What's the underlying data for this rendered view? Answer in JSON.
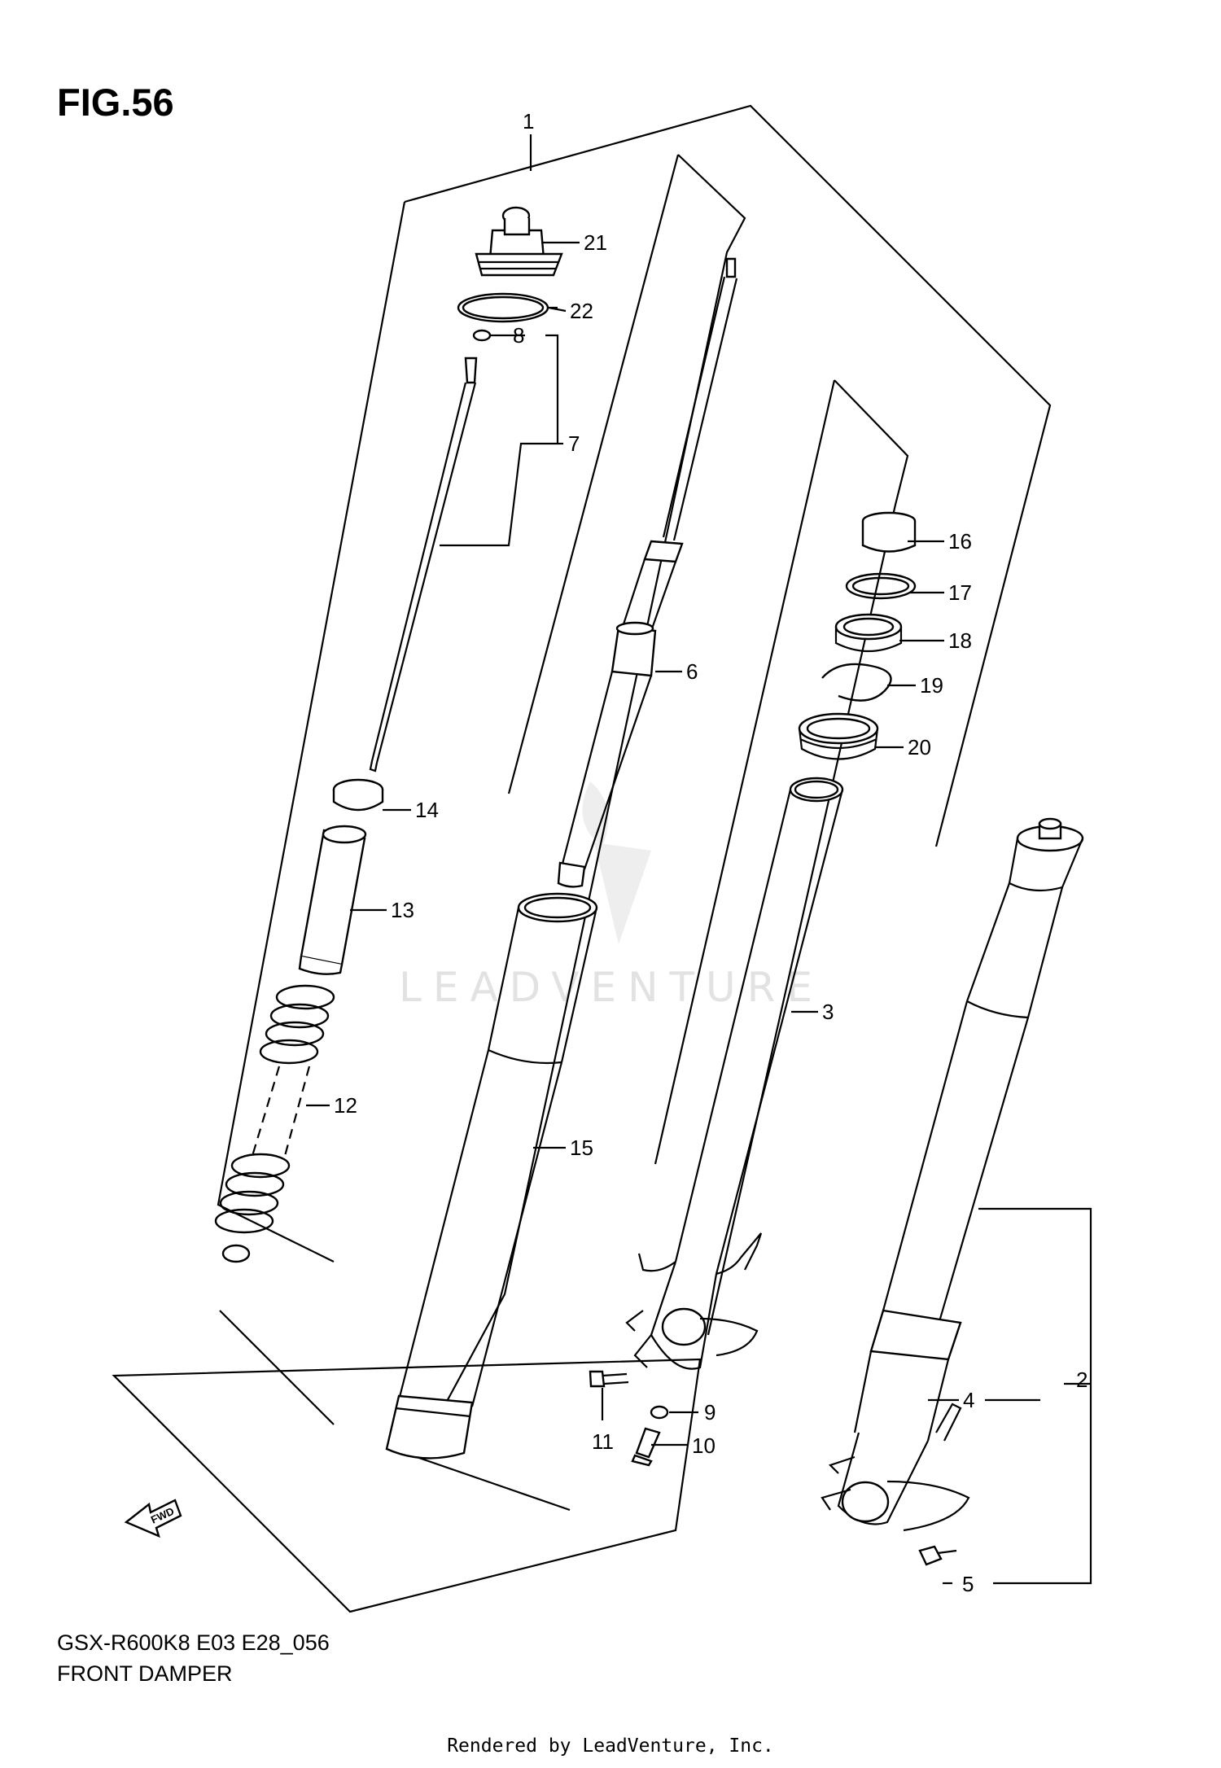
{
  "figure": {
    "title": "FIG.56"
  },
  "model_line": "GSX-R600K8 E03 E28_056",
  "section_name": "FRONT DAMPER",
  "footer": "Rendered by LeadVenture, Inc.",
  "watermark": "LEADVENTURE",
  "fwd_arrow": {
    "label": "FWD",
    "icon": "fwd-arrow-icon"
  },
  "callouts": [
    {
      "number": "1"
    },
    {
      "number": "2"
    },
    {
      "number": "3"
    },
    {
      "number": "4"
    },
    {
      "number": "5"
    },
    {
      "number": "6"
    },
    {
      "number": "7"
    },
    {
      "number": "8"
    },
    {
      "number": "9"
    },
    {
      "number": "10"
    },
    {
      "number": "11"
    },
    {
      "number": "12"
    },
    {
      "number": "13"
    },
    {
      "number": "14"
    },
    {
      "number": "15"
    },
    {
      "number": "16"
    },
    {
      "number": "17"
    },
    {
      "number": "18"
    },
    {
      "number": "19"
    },
    {
      "number": "20"
    },
    {
      "number": "21"
    },
    {
      "number": "22"
    }
  ]
}
